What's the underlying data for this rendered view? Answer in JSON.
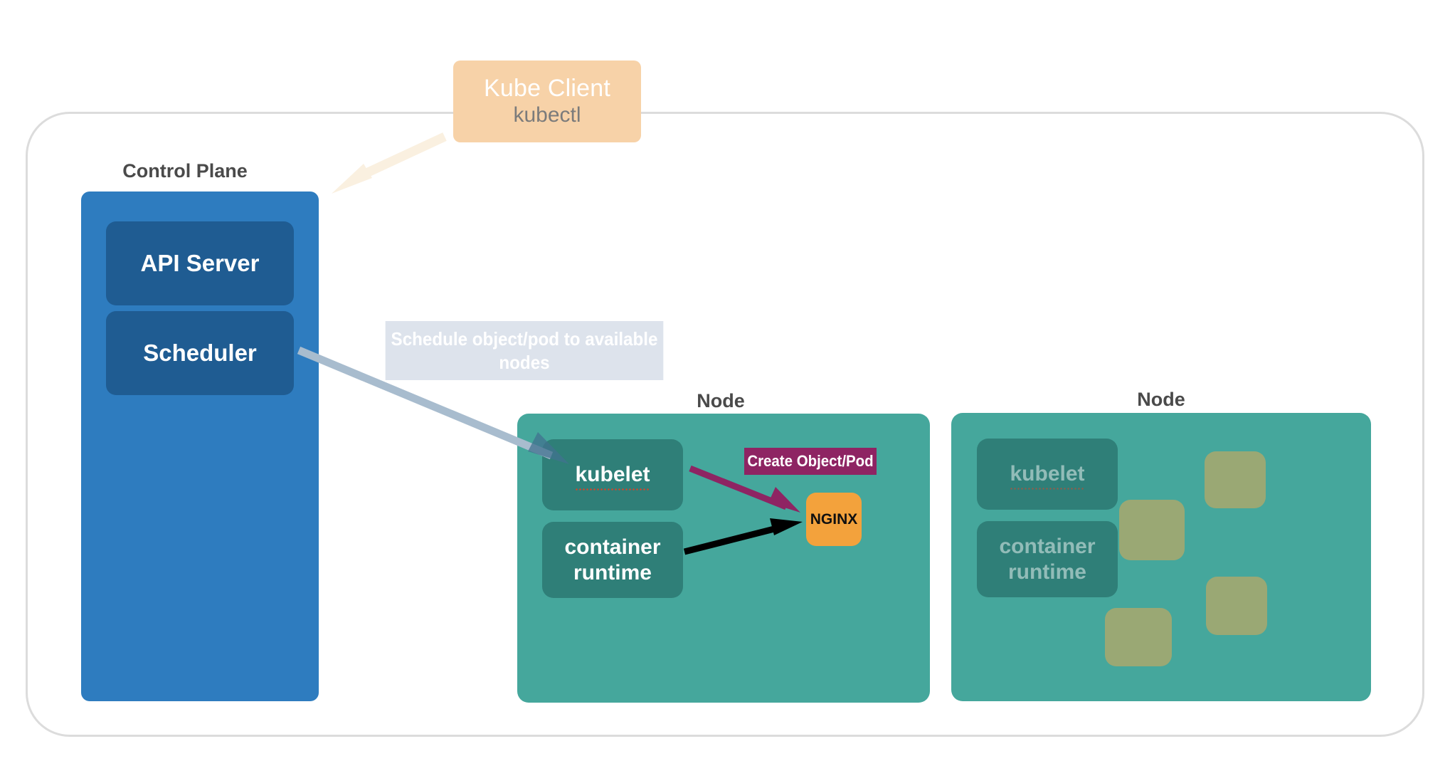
{
  "diagram": {
    "title_hidden": "",
    "cluster_boundary_name": "cluster-boundary",
    "kube_client": {
      "title": "Kube Client",
      "subtitle": "kubectl",
      "bg_color": "#f7d2a8",
      "title_color": "#ffffff",
      "subtitle_color": "#7b7b7b"
    },
    "control_plane": {
      "label": "Control Plane",
      "bg_color": "#2e7cbf",
      "inner_color": "#1f5c92",
      "components": [
        {
          "label": "API Server"
        },
        {
          "label": "Scheduler"
        }
      ]
    },
    "edge_labels": {
      "schedule": "Schedule object/pod to available nodes",
      "schedule_bg": "#dde3ec",
      "create": "Create Object/Pod",
      "create_bg": "#8e2463"
    },
    "nodes": [
      {
        "label": "Node",
        "bg_color": "#45a79c",
        "inner_color": "#2f7f78",
        "components": [
          {
            "label": "kubelet",
            "misspelled": true
          },
          {
            "label": "container runtime",
            "misspelled": false
          }
        ],
        "pods": [
          {
            "label": "NGINX",
            "color": "#f3a23c"
          }
        ]
      },
      {
        "label": "Node",
        "bg_color": "#45a79c",
        "inner_color": "#2f7f78",
        "faded": true,
        "components": [
          {
            "label": "kubelet",
            "misspelled": true
          },
          {
            "label": "container runtime",
            "misspelled": false
          }
        ],
        "pods": [
          {
            "label": "",
            "color": "#9aa874"
          },
          {
            "label": "",
            "color": "#9aa874"
          },
          {
            "label": "",
            "color": "#9aa874"
          },
          {
            "label": "",
            "color": "#9aa874"
          }
        ]
      }
    ],
    "arrows": [
      {
        "name": "kube-client-to-control-plane",
        "color": "#faf0e0"
      },
      {
        "name": "scheduler-to-kubelet",
        "color": "#a8bcce"
      },
      {
        "name": "kubelet-to-nginx",
        "color": "#8e2463"
      },
      {
        "name": "container-runtime-to-nginx",
        "color": "#000000"
      }
    ]
  }
}
